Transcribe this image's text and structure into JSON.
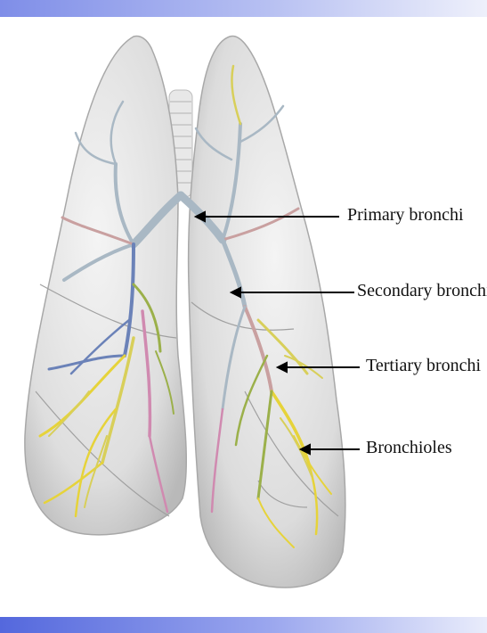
{
  "labels": {
    "primary": "Primary bronchi",
    "secondary": "Secondary bronchi",
    "tertiary": "Tertiary bronchi",
    "bronchioles": "Bronchioles"
  },
  "colors": {
    "header_band": "#8a98ea",
    "footer_band": "#5468dd",
    "lung_tissue": "#dcdcdc",
    "trachea": "#e6e6e6",
    "primary_branch": "#a9b8c4",
    "secondary_branch": "#c9a0a0",
    "tertiary_branch": "#d8cf5a",
    "bronchiole_branch": "#e6d33a",
    "accent_blue": "#6b82b8",
    "accent_pink": "#d08ab0",
    "accent_green": "#9bb04a"
  }
}
